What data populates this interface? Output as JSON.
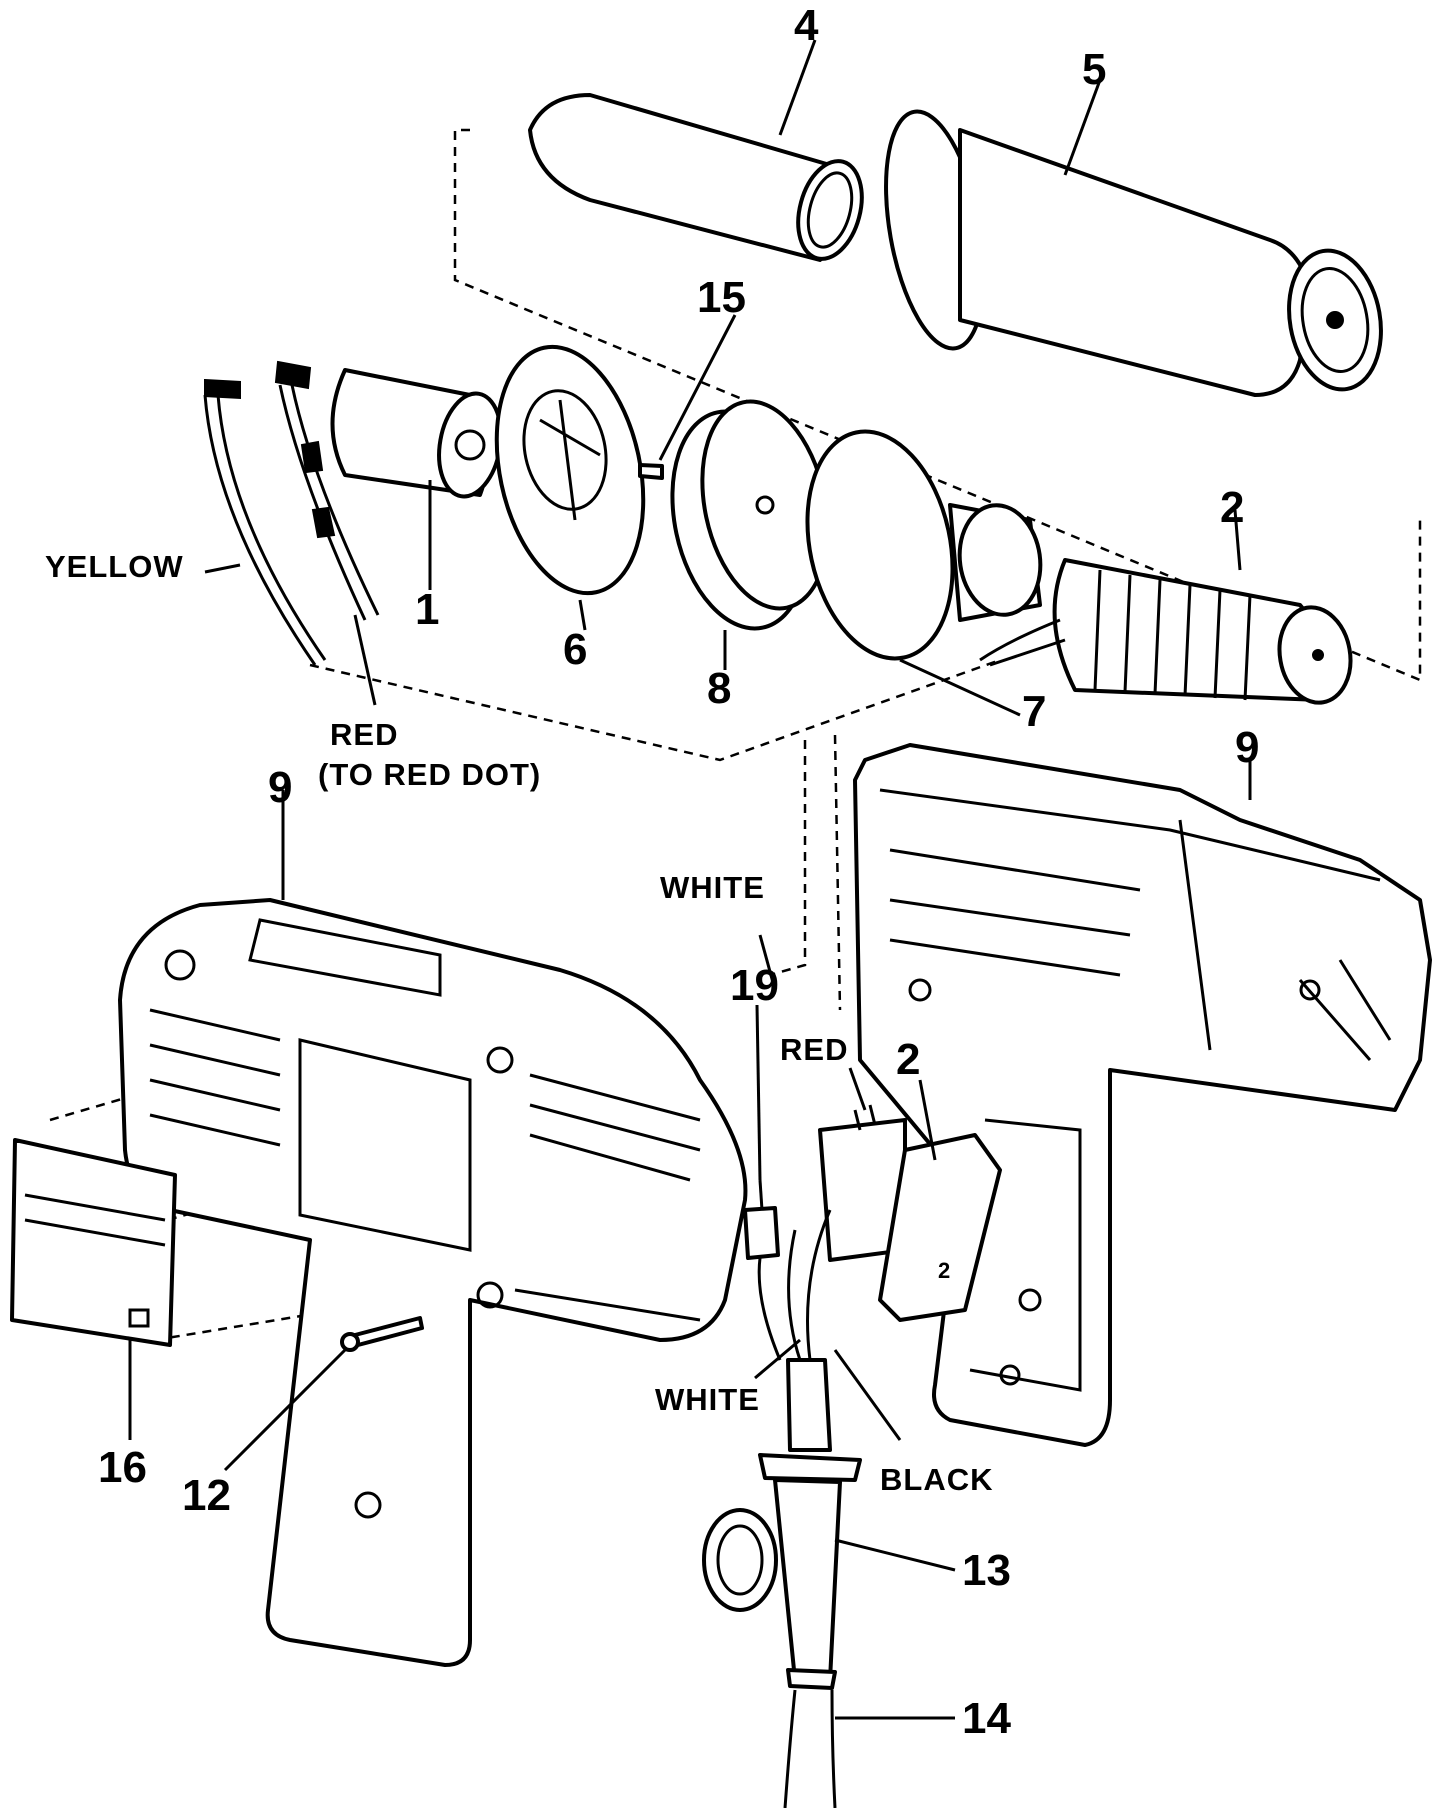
{
  "callouts": {
    "p4": "4",
    "p5": "5",
    "p15": "15",
    "p1": "1",
    "p6": "6",
    "p8": "8",
    "p2_element": "2",
    "p7": "7",
    "p9_right": "9",
    "p9_left": "9",
    "p19": "19",
    "p2_switch": "2",
    "p16": "16",
    "p12": "12",
    "p13": "13",
    "p14": "14"
  },
  "wire_labels": {
    "yellow": "YELLOW",
    "red_line1": "RED",
    "red_line2": "(TO RED DOT)",
    "white_top": "WHITE",
    "red_switch": "RED",
    "white_bottom": "WHITE",
    "black": "BLACK"
  },
  "switch_marking": "2"
}
